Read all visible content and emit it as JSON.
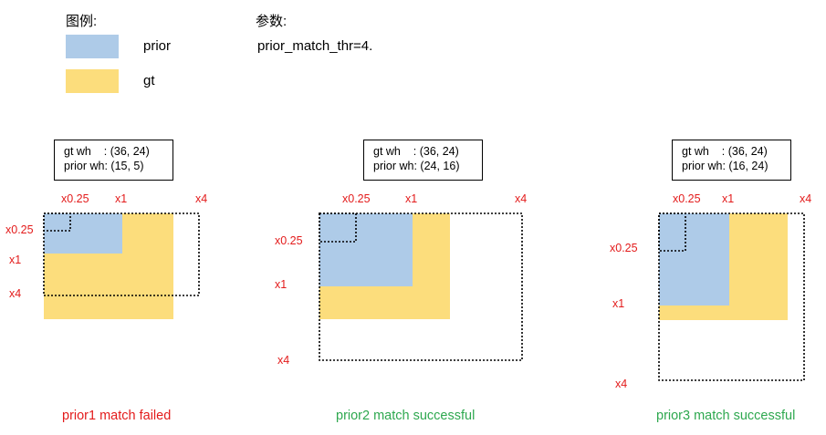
{
  "legend": {
    "title": "图例:",
    "items": [
      {
        "label": "prior",
        "color": "#aecbe8"
      },
      {
        "label": "gt",
        "color": "#fcdd7c"
      }
    ]
  },
  "params": {
    "title": "参数:",
    "value": "prior_match_thr=4."
  },
  "panels": [
    {
      "info_gt": "gt wh    : (36, 24)",
      "info_prior": "prior wh: (15, 5)",
      "ticks": {
        "x025": "x0.25",
        "x1": "x1",
        "x4": "x4",
        "y025": "x0.25",
        "y1": "x1",
        "y4": "x4"
      },
      "status": "prior1 match failed",
      "status_color": "#e31b1b"
    },
    {
      "info_gt": "gt wh    : (36, 24)",
      "info_prior": "prior wh: (24, 16)",
      "ticks": {
        "x025": "x0.25",
        "x1": "x1",
        "x4": "x4",
        "y025": "x0.25",
        "y1": "x1",
        "y4": "x4"
      },
      "status": "prior2 match successful",
      "status_color": "#2ea84f"
    },
    {
      "info_gt": "gt wh    : (36, 24)",
      "info_prior": "prior wh: (16, 24)",
      "ticks": {
        "x025": "x0.25",
        "x1": "x1",
        "x4": "x4",
        "y025": "x0.25",
        "y1": "x1",
        "y4": "x4"
      },
      "status": "prior3 match successful",
      "status_color": "#2ea84f"
    }
  ],
  "colors": {
    "prior_fill": "#aecbe8",
    "gt_fill": "#fcdd7c",
    "tick_label": "#e31b1b"
  }
}
